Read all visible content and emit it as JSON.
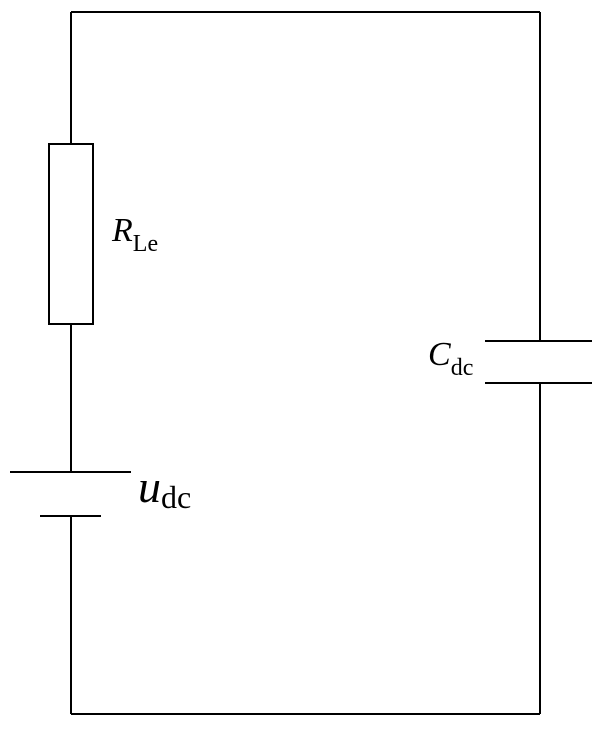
{
  "components": {
    "resistor": {
      "symbol": "R",
      "subscript": "Le"
    },
    "capacitor": {
      "symbol": "C",
      "subscript": "dc"
    },
    "source": {
      "symbol": "u",
      "subscript": "dc"
    }
  },
  "colors": {
    "line": "#000000",
    "background": "#ffffff"
  }
}
